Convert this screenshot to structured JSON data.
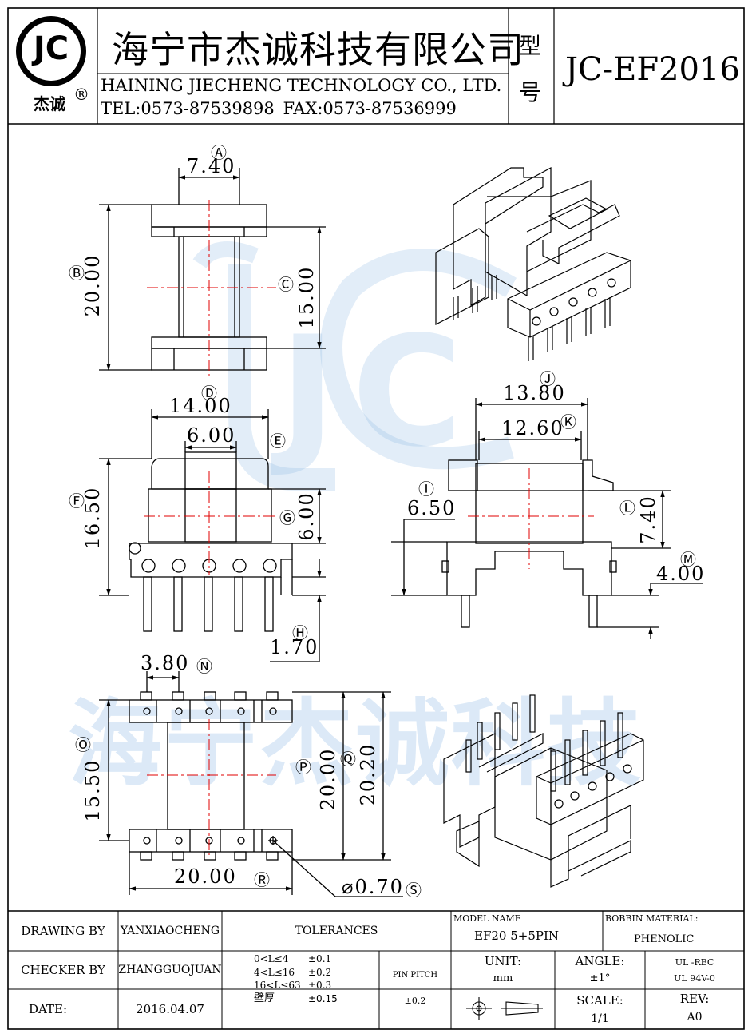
{
  "header": {
    "logo_text": "JC",
    "logo_caption": "杰诚",
    "logo_registered": "®",
    "company_cn": "海宁市杰诚科技有限公司",
    "company_en": "HAINING JIECHENG TECHNOLOGY CO., LTD.",
    "contact": "TEL:0573-87539898 FAX:0573-87536999",
    "model_label_1": "型",
    "model_label_2": "号",
    "model_number": "JC-EF2016"
  },
  "watermark": {
    "logo": "JC",
    "text": "海宁杰诚科技"
  },
  "drawing": {
    "front_view": {
      "A_label": "Ⓐ",
      "A_value": "7.40",
      "B_label": "Ⓑ",
      "B_value": "20.00",
      "C_label": "Ⓒ",
      "C_value": "15.00"
    },
    "side_view": {
      "D_label": "Ⓓ",
      "D_value": "14.00",
      "E_label": "Ⓔ",
      "E_value": "6.00",
      "F_label": "Ⓕ",
      "F_value": "16.50",
      "G_label": "Ⓖ",
      "G_value": "6.00",
      "H_label": "Ⓗ",
      "H_value": "1.70"
    },
    "end_view": {
      "J_label": "Ⓙ",
      "J_value": "13.80",
      "K_label": "Ⓚ",
      "K_value": "12.60",
      "I_label": "Ⓘ",
      "I_value": "6.50",
      "L_label": "Ⓛ",
      "L_value": "7.40",
      "M_label": "Ⓜ",
      "M_value": "4.00"
    },
    "bottom_view": {
      "N_label": "Ⓝ",
      "N_value": "3.80",
      "O_label": "Ⓞ",
      "O_value": "15.50",
      "P_label": "Ⓟ",
      "P_value": "20.00",
      "Q_label": "Ⓠ",
      "Q_value": "20.20",
      "R_label": "Ⓡ",
      "R_value": "20.00",
      "S_label": "Ⓢ",
      "S_value": "⌀0.70"
    }
  },
  "title_block": {
    "drawing_by_label": "DRAWING BY",
    "drawing_by_value": "YANXIAOCHENG",
    "checker_by_label": "CHECKER BY",
    "checker_by_value": "ZHANGGUOJUAN",
    "date_label": "DATE:",
    "date_value": "2016.04.07",
    "tolerances_label": "TOLERANCES",
    "tol_rows": [
      {
        "range": "0<L≤4",
        "value": "±0.1"
      },
      {
        "range": "4<L≤16",
        "value": "±0.2"
      },
      {
        "range": "16<L≤63",
        "value": "±0.3"
      },
      {
        "range": "壁厚",
        "value": "±0.15"
      }
    ],
    "pin_pitch_label": "PIN PITCH",
    "pin_pitch_value": "±0.2",
    "model_name_label": "MODEL NAME",
    "model_name_value": "EF20 5+5PIN",
    "bobbin_material_label": "BOBBIN MATERIAL:",
    "bobbin_material_value": "PHENOLIC",
    "unit_label": "UNIT:",
    "unit_value": "mm",
    "angle_label": "ANGLE:",
    "angle_value": "±1°",
    "ul_rec": "UL -REC",
    "ul_94v0": "UL 94V-0",
    "scale_label": "SCALE:",
    "scale_value": "1/1",
    "rev_label": "REV:",
    "rev_value": "A0"
  }
}
